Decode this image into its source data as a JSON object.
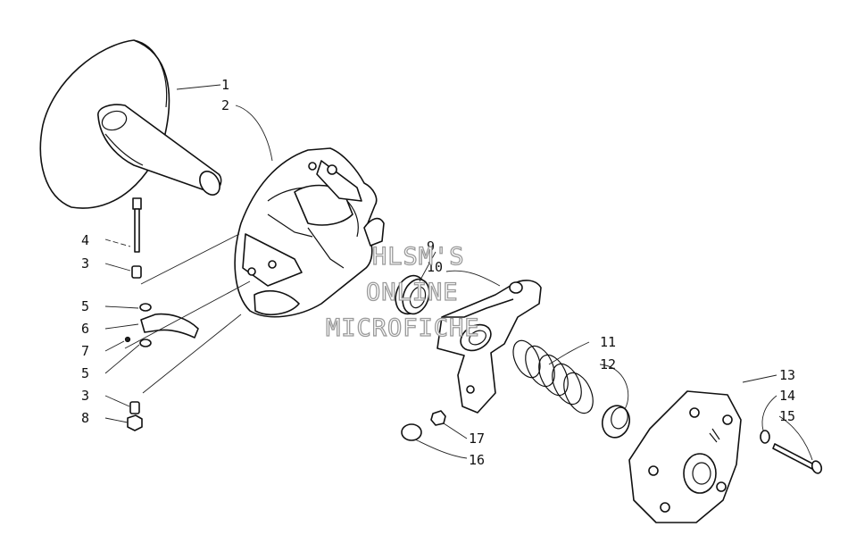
{
  "diagram": {
    "callouts": {
      "c1": "1",
      "c2": "2",
      "c3a": "3",
      "c3b": "3",
      "c4": "4",
      "c5a": "5",
      "c5b": "5",
      "c6": "6",
      "c7": "7",
      "c8": "8",
      "c9": "9",
      "c10": "10",
      "c11": "11",
      "c12": "12",
      "c13": "13",
      "c14": "14",
      "c15": "15",
      "c16": "16",
      "c17": "17"
    },
    "watermark": {
      "line1": "HLSM'S",
      "line2": "ONLINE",
      "line3": "MICROFICHE"
    }
  }
}
